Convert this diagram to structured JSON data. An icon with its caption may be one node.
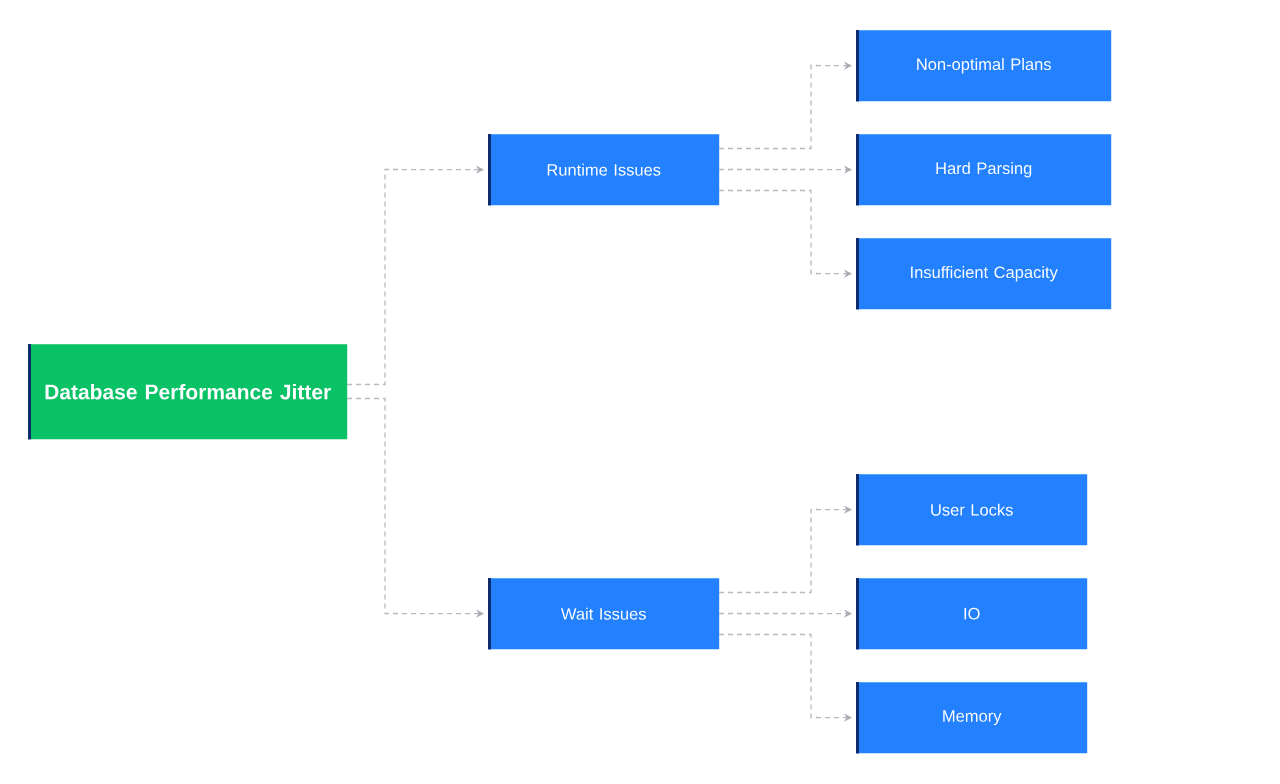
{
  "diagram": {
    "nodes": [
      {
        "text": [
          "Database Performance Jitter"
        ]
      },
      {
        "text": [
          "Runtime Issues"
        ]
      },
      {
        "text": [
          "Wait Issues"
        ]
      },
      {
        "text": [
          "Non-optimal Plans"
        ]
      },
      {
        "text": [
          "Hard Parsing"
        ]
      },
      {
        "text": [
          "Insufficient Capacity"
        ]
      },
      {
        "text": [
          "User Locks"
        ]
      },
      {
        "text": [
          "IO"
        ]
      },
      {
        "text": [
          "Memory"
        ]
      }
    ],
    "edges": [
      {
        "from": 0,
        "to": 1,
        "arrow": "to",
        "style": "dashed"
      },
      {
        "from": 0,
        "to": 2,
        "arrow": "to",
        "style": "dashed"
      },
      {
        "from": 1,
        "to": 3,
        "arrow": "to",
        "style": "dashed"
      },
      {
        "from": 1,
        "to": 4,
        "arrow": "to",
        "style": "dashed"
      },
      {
        "from": 1,
        "to": 5,
        "arrow": "to",
        "style": "dashed"
      },
      {
        "from": 2,
        "to": 6,
        "arrow": "to",
        "style": "dashed"
      },
      {
        "from": 2,
        "to": 7,
        "arrow": "to",
        "style": "dashed"
      },
      {
        "from": 2,
        "to": 8,
        "arrow": "to",
        "style": "dashed"
      }
    ]
  }
}
